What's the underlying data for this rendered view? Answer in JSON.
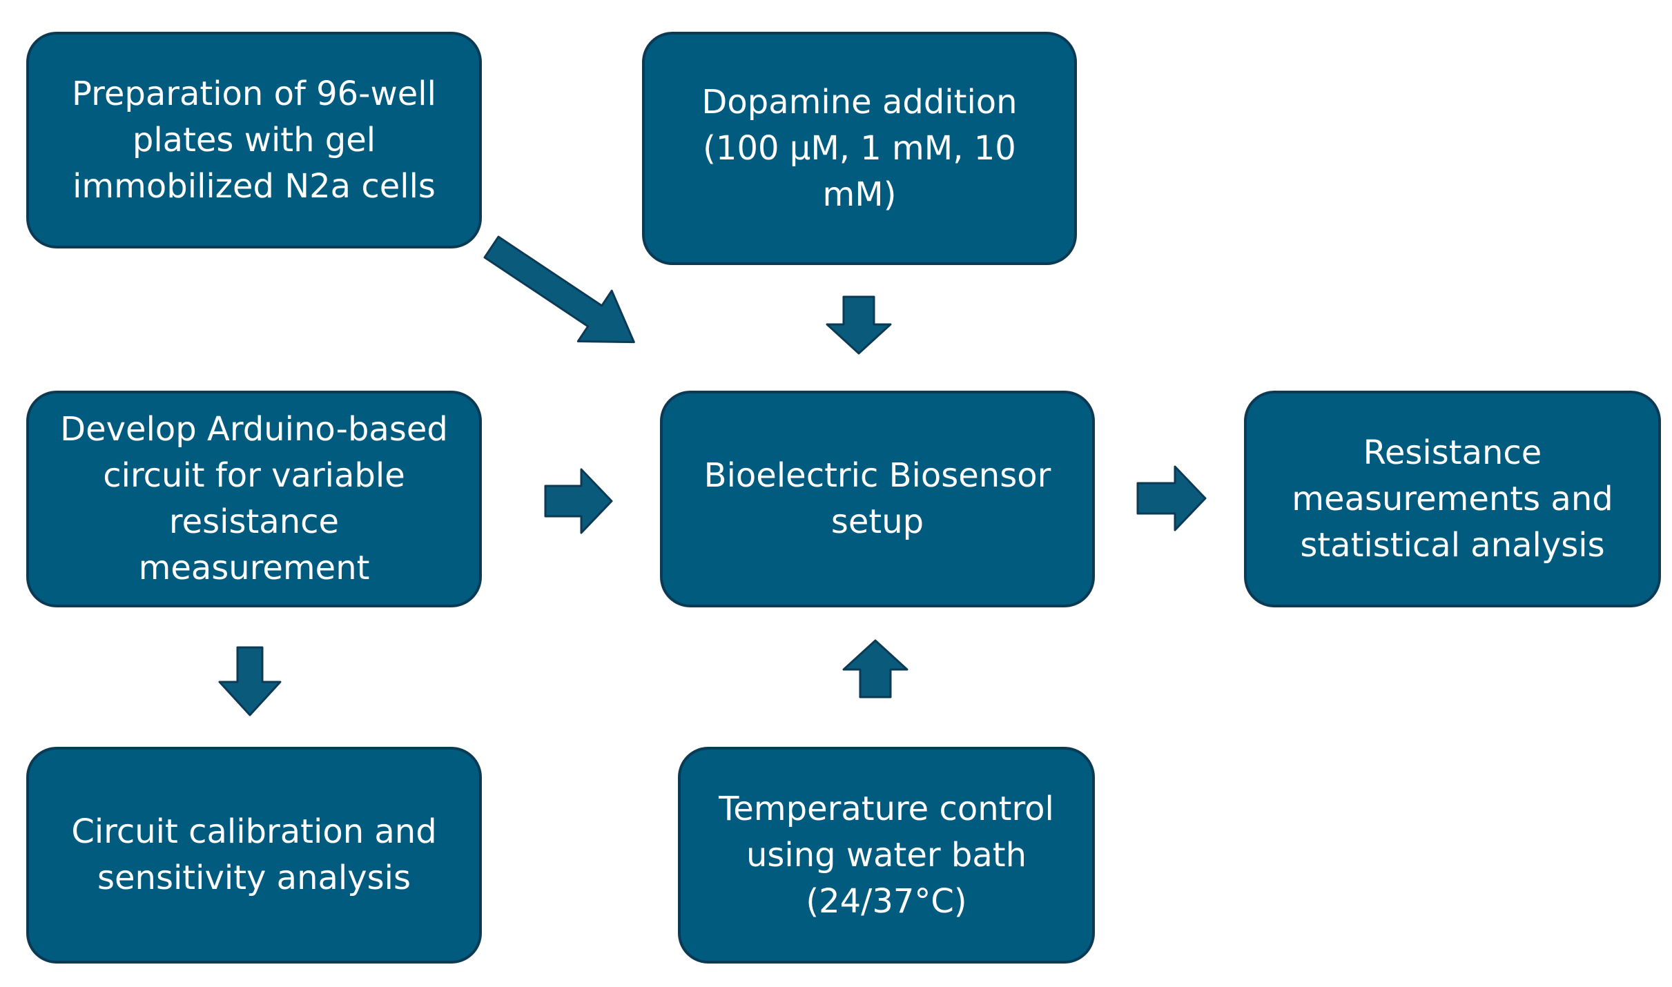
{
  "colors": {
    "node_fill": "#005b7f",
    "node_border": "#0b3a55",
    "node_text": "#ffffff",
    "arrow_fill": "#0a5a7c",
    "arrow_stroke": "#0b3a55",
    "background": "#ffffff"
  },
  "nodes": {
    "prep": {
      "label": "Preparation of 96-well plates with gel immobilized N2a cells"
    },
    "dopamine": {
      "label": "Dopamine addition (100 μM, 1 mM, 10 mM)"
    },
    "arduino": {
      "label": "Develop Arduino-based circuit for variable resistance measurement"
    },
    "biosensor": {
      "label": "Bioelectric Biosensor setup"
    },
    "resistance": {
      "label": "Resistance measurements and statistical analysis"
    },
    "calibration": {
      "label": "Circuit calibration and sensitivity analysis"
    },
    "temperature": {
      "label": "Temperature control using water bath (24/37°C)"
    }
  },
  "edges": [
    {
      "from": "prep",
      "to": "biosensor"
    },
    {
      "from": "dopamine",
      "to": "biosensor"
    },
    {
      "from": "arduino",
      "to": "biosensor"
    },
    {
      "from": "biosensor",
      "to": "resistance"
    },
    {
      "from": "arduino",
      "to": "calibration"
    },
    {
      "from": "temperature",
      "to": "biosensor"
    }
  ]
}
